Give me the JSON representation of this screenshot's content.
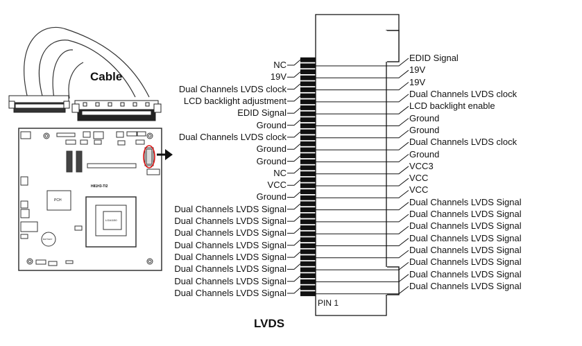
{
  "diagram": {
    "cable_label": "Cable",
    "connector_title": "LVDS",
    "pin1_label": "PIN 1",
    "board": {
      "model": "H81H3-TI2",
      "chipset": "PCH",
      "socket": "LGA1150",
      "battery": "BATTERY"
    },
    "left_labels": [
      "NC",
      "19V",
      "Dual Channels LVDS clock",
      "LCD backlight adjustment",
      "EDID Signal",
      "Ground",
      "Dual Channels LVDS clock",
      "Ground",
      "Ground",
      "NC",
      "VCC",
      "Ground",
      "Dual Channels LVDS Signal",
      "Dual Channels LVDS Signal",
      "Dual Channels LVDS Signal",
      "Dual Channels LVDS Signal",
      "Dual Channels LVDS Signal",
      "Dual Channels LVDS Signal",
      "Dual Channels LVDS Signal",
      "Dual Channels LVDS Signal"
    ],
    "right_labels": [
      "EDID Signal",
      "19V",
      "19V",
      "Dual Channels LVDS clock",
      "LCD backlight enable",
      "Ground",
      "Ground",
      "Dual Channels LVDS clock",
      "Ground",
      "VCC3",
      "VCC",
      "VCC",
      "Dual Channels LVDS Signal",
      "Dual Channels LVDS Signal",
      "Dual Channels LVDS Signal",
      "Dual Channels LVDS Signal",
      "Dual Channels LVDS Signal",
      "Dual Channels LVDS Signal",
      "Dual Channels LVDS Signal",
      "Dual Channels LVDS Signal"
    ]
  }
}
